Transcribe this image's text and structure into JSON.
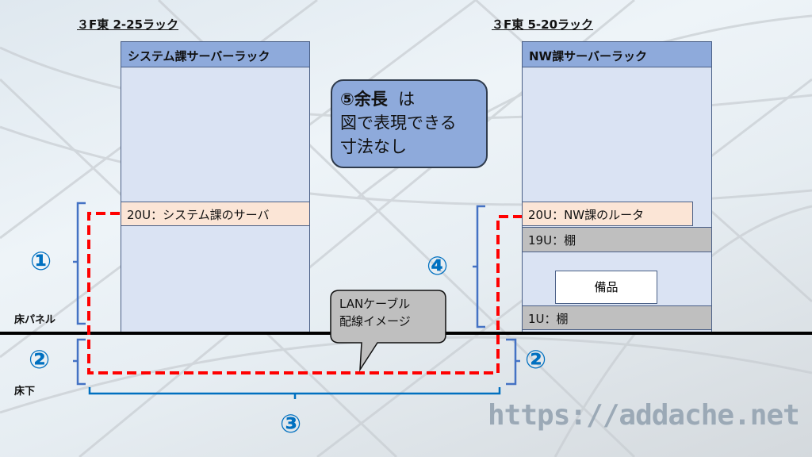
{
  "left_rack": {
    "location": "３F東 2-25ラック",
    "name": "システム課サーバーラック",
    "row_20u": "20U：システム課のサーバ"
  },
  "right_rack": {
    "location": "３F東 5-20ラック",
    "name": "NW課サーバーラック",
    "row_20u": "20U：NW課のルータ",
    "row_19u": "19U：棚",
    "spare": "備品",
    "row_1u": "1U：棚"
  },
  "callout_slack": {
    "number": "⑤",
    "title": "余長",
    "suffix": "は",
    "line2": "図で表現できる",
    "line3": "寸法なし"
  },
  "callout_cable": {
    "line1": "LANケーブル",
    "line2": "配線イメージ"
  },
  "labels": {
    "floor_panel": "床パネル",
    "under_floor": "床下"
  },
  "markers": {
    "m1": "①",
    "m2_left": "②",
    "m2_right": "②",
    "m3": "③",
    "m4": "④"
  },
  "watermark": "https://addache.net",
  "colors": {
    "marker": "#0070c0",
    "cable": "#ff0000",
    "header": "#8eaadb"
  }
}
